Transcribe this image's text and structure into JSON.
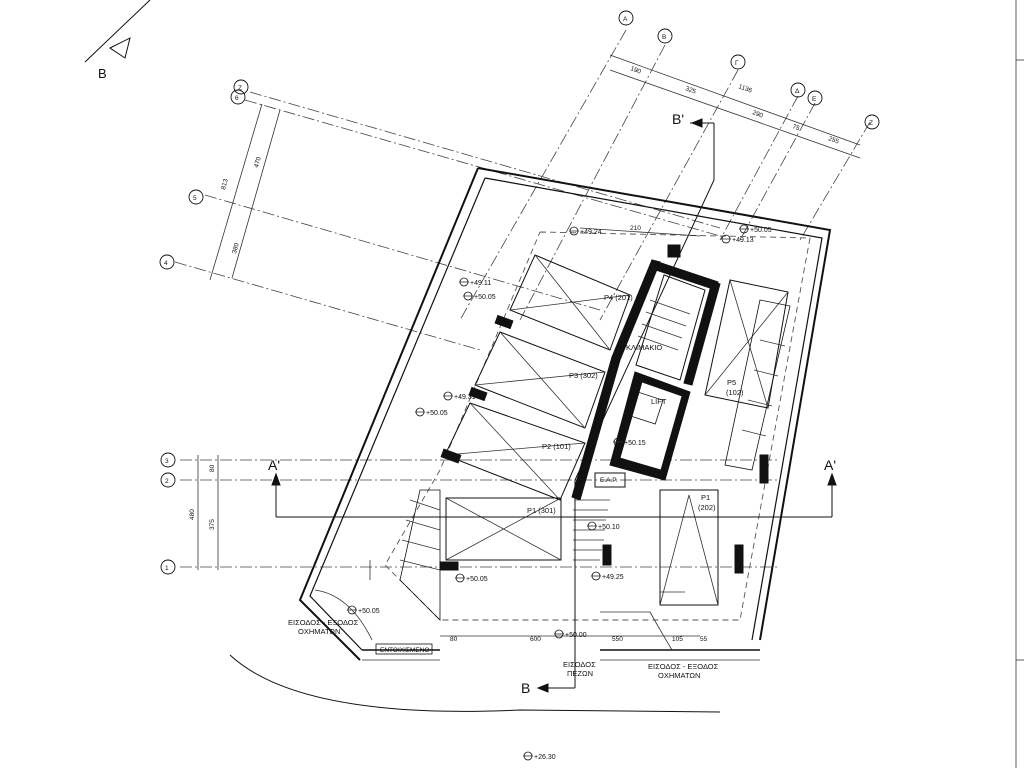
{
  "axes": {
    "letters": [
      "Α",
      "Β",
      "Γ",
      "Δ",
      "Ε",
      "Ζ"
    ],
    "numbers_left_top": [
      "Ζ",
      "6",
      "5",
      "4"
    ],
    "numbers_left": [
      "3",
      "2",
      "1"
    ]
  },
  "dimensions": {
    "top_total": "1136",
    "top_segments": [
      "190",
      "325",
      "290",
      "75",
      "255"
    ],
    "left_segments": [
      "813",
      "470",
      "380"
    ],
    "left_bottom": [
      "480",
      "375",
      "80"
    ],
    "inner": [
      "210",
      "80",
      "600",
      "550",
      "105",
      "55"
    ]
  },
  "section_marks": {
    "a_left": "A'",
    "a_right": "A'",
    "b_top": "B'",
    "b_bottom": "B",
    "b_corner": "B"
  },
  "parking": {
    "p4": "P4 (201)",
    "p3": "P3 (302)",
    "p2": "P2 (101)",
    "p1_left": "P1 (301)",
    "p1_right_a": "P1",
    "p1_right_b": "(202)",
    "p5_a": "P5",
    "p5_b": "(102)"
  },
  "rooms": {
    "stair": "ΚΛΙΜΑΚΙΟ",
    "lift": "LIFT",
    "shaft": "Ε.Α.Ρ."
  },
  "levels": {
    "l1": "+49.24",
    "l2": "+50.05",
    "l3": "+49.13",
    "l4": "+49.11",
    "l5": "+50.05",
    "l6": "+49.31",
    "l7": "+50.05",
    "l8": "+50.15",
    "l9": "+50.10",
    "l10": "+49.25",
    "l11": "+50.05",
    "l12": "+50.05",
    "l13": "+50.00",
    "l14": "+26.30"
  },
  "labels": {
    "vehicle_entry_left_1": "ΕΙΣΟΔΟΣ - ΕΞΟΔΟΣ",
    "vehicle_entry_left_2": "ΟΧΗΜΑΤΩΝ",
    "vehicle_entry_right_1": "ΕΙΣΟΔΟΣ - ΕΞΟΔΟΣ",
    "vehicle_entry_right_2": "ΟΧΗΜΑΤΩΝ",
    "pedestrian_1": "ΕΙΣΟΔΟΣ",
    "pedestrian_2": "ΠΕΖΩΝ",
    "meter_box": "ΕΝΤΟΙΧΙΣΜΕΝΟ"
  }
}
